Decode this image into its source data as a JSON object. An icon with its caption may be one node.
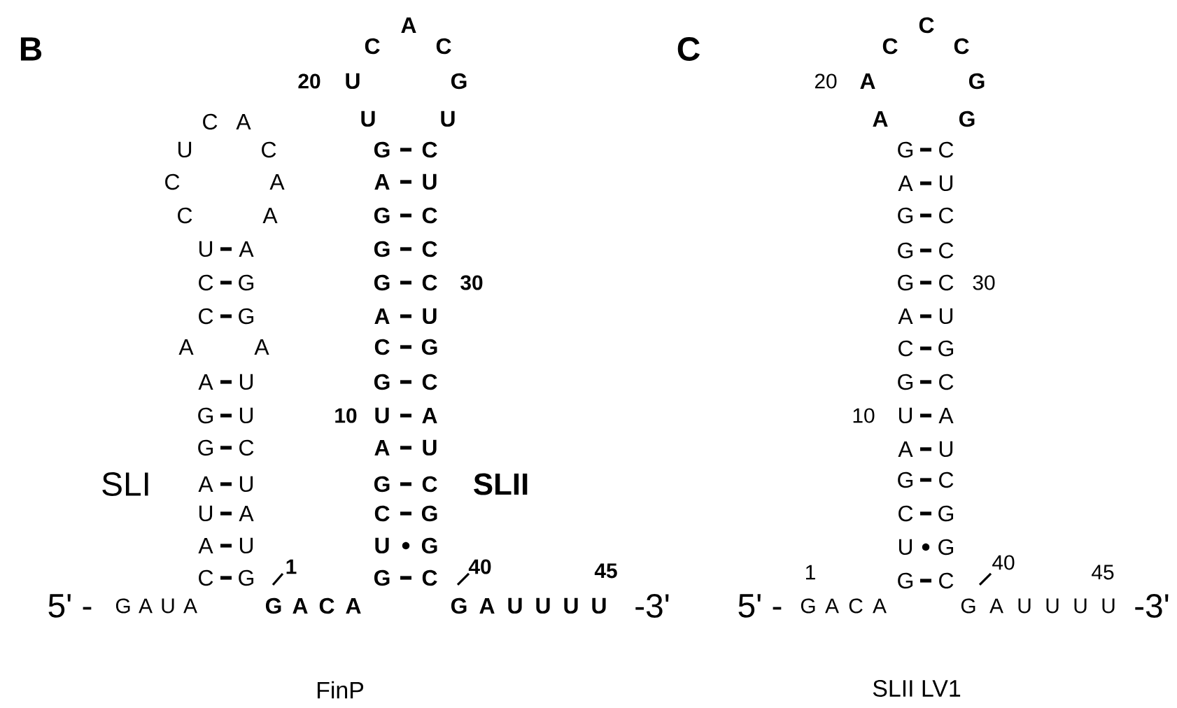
{
  "diagram": {
    "labels": [
      "B",
      "A",
      "C",
      "C",
      "20",
      "U",
      "G",
      "C",
      "A",
      "U",
      "U",
      "U",
      "C",
      "G",
      "C",
      "C",
      "A",
      "A",
      "U",
      "C",
      "A",
      "G",
      "C",
      "U",
      "A",
      "G",
      "C",
      "C",
      "G",
      "G",
      "C",
      "30",
      "C",
      "G",
      "A",
      "U",
      "A",
      "A",
      "C",
      "G",
      "A",
      "U",
      "G",
      "C",
      "G",
      "U",
      "10",
      "U",
      "A",
      "G",
      "C",
      "A",
      "U",
      "SLI",
      "A",
      "U",
      "G",
      "C",
      "SLII",
      "U",
      "A",
      "C",
      "G",
      "A",
      "U",
      "U",
      "G",
      "C",
      "G",
      "G",
      "C",
      "1",
      "40",
      "45",
      "5' -",
      "G",
      "A",
      "U",
      "A",
      "G",
      "A",
      "C",
      "A",
      "G",
      "A",
      "U",
      "U",
      "U",
      "U",
      "-3'",
      "FinP",
      "C",
      "C",
      "C",
      "C",
      "20",
      "A",
      "G",
      "A",
      "G",
      "G",
      "C",
      "A",
      "U",
      "G",
      "C",
      "G",
      "C",
      "G",
      "C",
      "30",
      "A",
      "U",
      "C",
      "G",
      "G",
      "C",
      "10",
      "U",
      "A",
      "A",
      "U",
      "G",
      "C",
      "C",
      "G",
      "U",
      "G",
      "G",
      "C",
      "1",
      "40",
      "45",
      "5' -",
      "G",
      "A",
      "C",
      "A",
      "G",
      "A",
      "U",
      "U",
      "U",
      "U",
      "-3'",
      "SLII LV1"
    ]
  }
}
